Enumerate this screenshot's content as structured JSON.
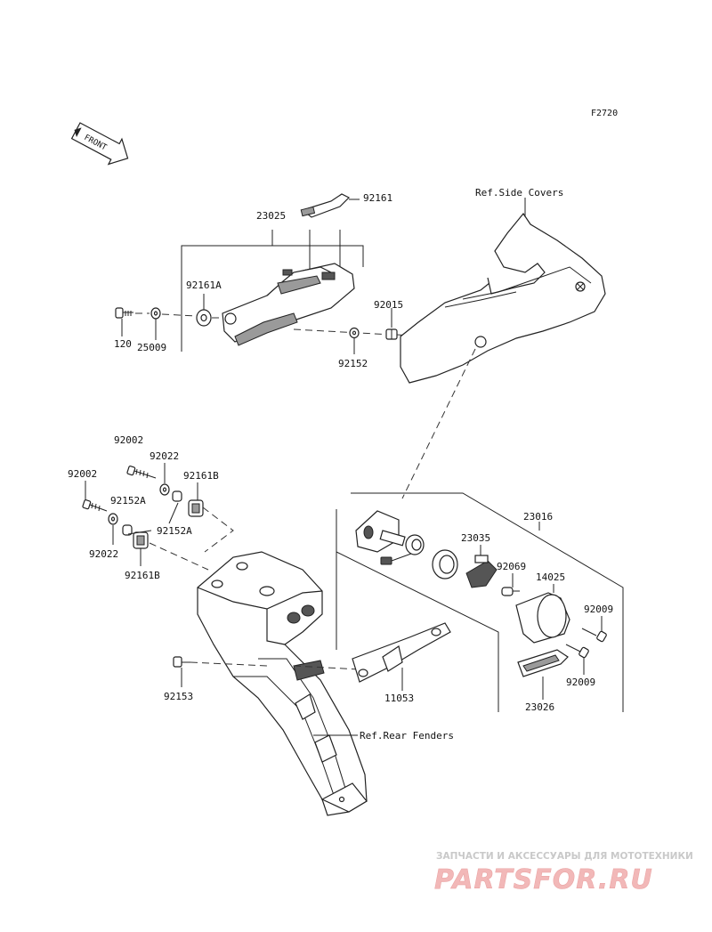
{
  "figure_code": "F2720",
  "front_badge": "FRONT",
  "references": {
    "side_covers": "Ref.Side Covers",
    "rear_fenders": "Ref.Rear Fenders"
  },
  "part_labels": {
    "p23025": "23025",
    "p92161": "92161",
    "p92161A": "92161A",
    "p120": "120",
    "p25009": "25009",
    "p92015": "92015",
    "p92152": "92152",
    "p92002_a": "92002",
    "p92022_a": "92022",
    "p92161B_a": "92161B",
    "p92002_b": "92002",
    "p92152A_a": "92152A",
    "p92152A_b": "92152A",
    "p92022_b": "92022",
    "p92161B_b": "92161B",
    "p92153": "92153",
    "p23016": "23016",
    "p23035": "23035",
    "p92069": "92069",
    "p14025": "14025",
    "p92009_a": "92009",
    "p92009_b": "92009",
    "p23026": "23026",
    "p11053": "11053"
  },
  "watermark": {
    "tagline": "ЗАПЧАСТИ И АКСЕССУАРЫ ДЛЯ МОТОТЕХНИКИ",
    "brand": "PARTSFOR.RU"
  },
  "colors": {
    "line": "#222222",
    "watermark_brand": "#f2b8b8",
    "watermark_tagline": "#c9c9c9"
  }
}
